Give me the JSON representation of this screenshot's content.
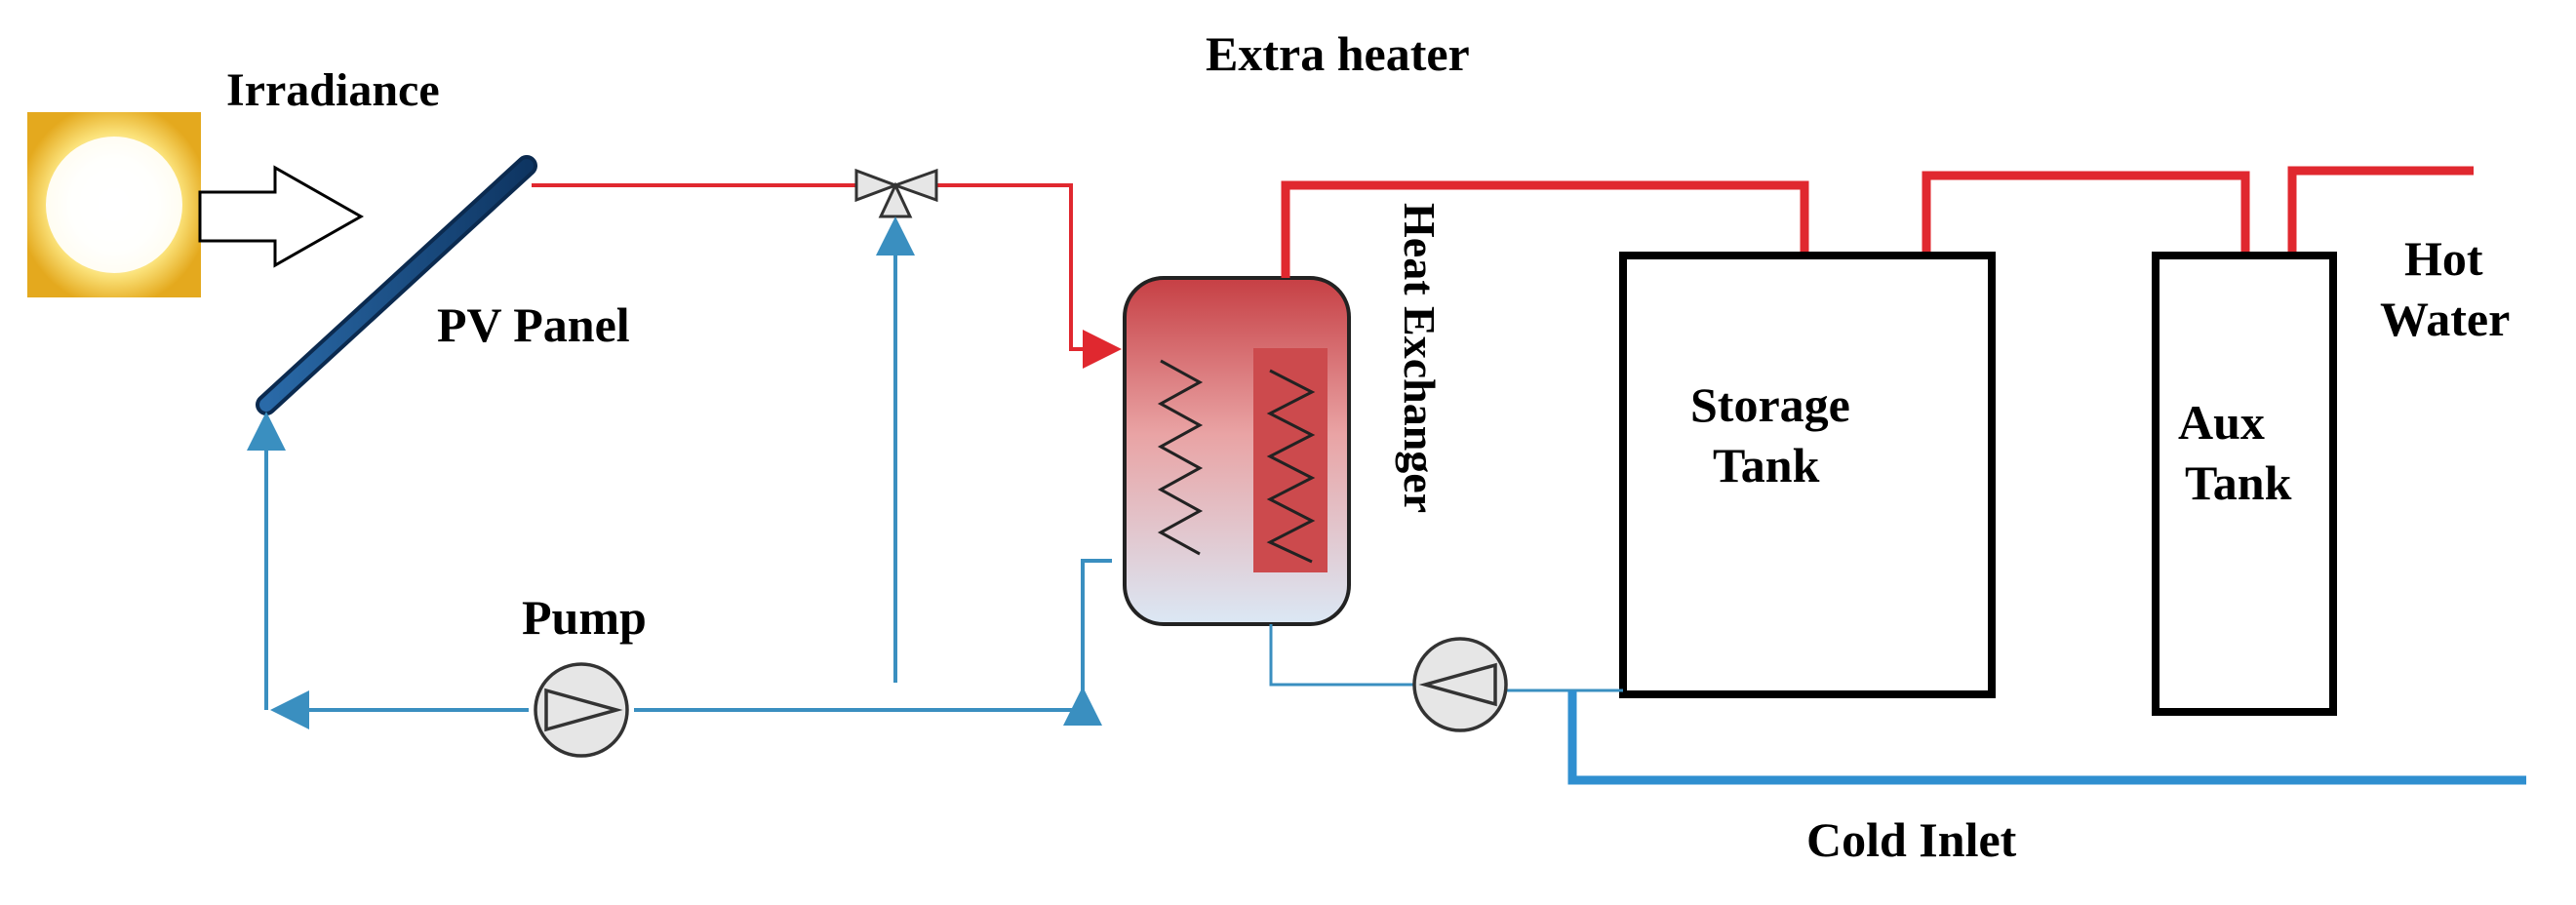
{
  "labels": {
    "irradiance": "Irradiance",
    "extra_heater": "Extra heater",
    "pv_panel": "PV Panel",
    "heat_exchanger": "Heat Exchanger",
    "storage_tank_line1": "Storage",
    "storage_tank_line2": "Tank",
    "aux_tank_line1": "Aux",
    "aux_tank_line2": "Tank",
    "hot_water_line1": "Hot",
    "hot_water_line2": "Water",
    "pump": "Pump",
    "cold_inlet": "Cold Inlet"
  },
  "colors": {
    "hot_pipe": "#e0282f",
    "cold_pipe": "#3a8fc0",
    "panel": "#1c4f86",
    "sun": "#f6c533",
    "tank_outline": "#000000",
    "exchanger_top": "#c9474b",
    "exchanger_bottom": "#dce9f6"
  },
  "icons": {
    "sun": "sun-icon",
    "arrow": "irradiance-arrow-icon",
    "valve": "three-way-valve-icon",
    "pump": "pump-icon",
    "coil": "coil-icon"
  }
}
